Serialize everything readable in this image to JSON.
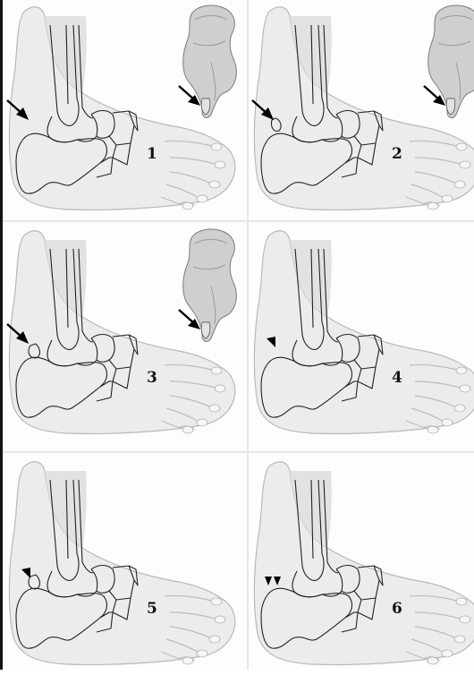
{
  "panels": [
    {
      "number": "1",
      "indicator": "arrow",
      "fragment": "none",
      "inset": "fractured-posterior-process"
    },
    {
      "number": "2",
      "indicator": "arrow",
      "fragment": "small",
      "inset": "fractured-posterior-process"
    },
    {
      "number": "3",
      "indicator": "arrow",
      "fragment": "detached",
      "inset": "fractured-posterior-process"
    },
    {
      "number": "4",
      "indicator": "arrowhead",
      "fragment": "none",
      "inset": "none"
    },
    {
      "number": "5",
      "indicator": "arrowhead",
      "fragment": "detached",
      "inset": "none"
    },
    {
      "number": "6",
      "indicator": "double-arrowhead",
      "fragment": "none",
      "inset": "none"
    }
  ]
}
